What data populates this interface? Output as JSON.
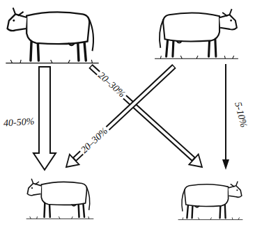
{
  "diagram": {
    "labels": [
      "40-50%",
      "20–30%",
      "20–30%",
      "5-10%"
    ]
  }
}
